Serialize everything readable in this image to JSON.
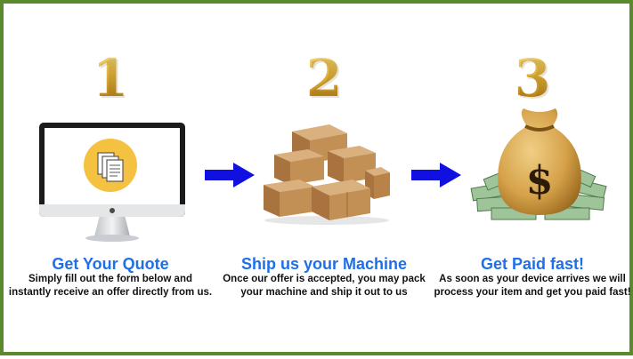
{
  "steps": [
    {
      "number": "1",
      "title": "Get Your Quote",
      "description": "Simply fill out the form below and instantly receive an offer directly from us.",
      "icon": "monitor-icon"
    },
    {
      "number": "2",
      "title": "Ship us your Machine",
      "description": "Once our offer is accepted, you may pack your machine and ship it out to us",
      "icon": "boxes-icon"
    },
    {
      "number": "3",
      "title": "Get Paid fast!",
      "description": "As soon as your device arrives we will process your item and get you paid fast!",
      "icon": "money-bag-icon"
    }
  ],
  "colors": {
    "border": "#5a8a2c",
    "title": "#1e6fe8",
    "arrow": "#1010e0",
    "number_gold": "#d4a92c"
  }
}
